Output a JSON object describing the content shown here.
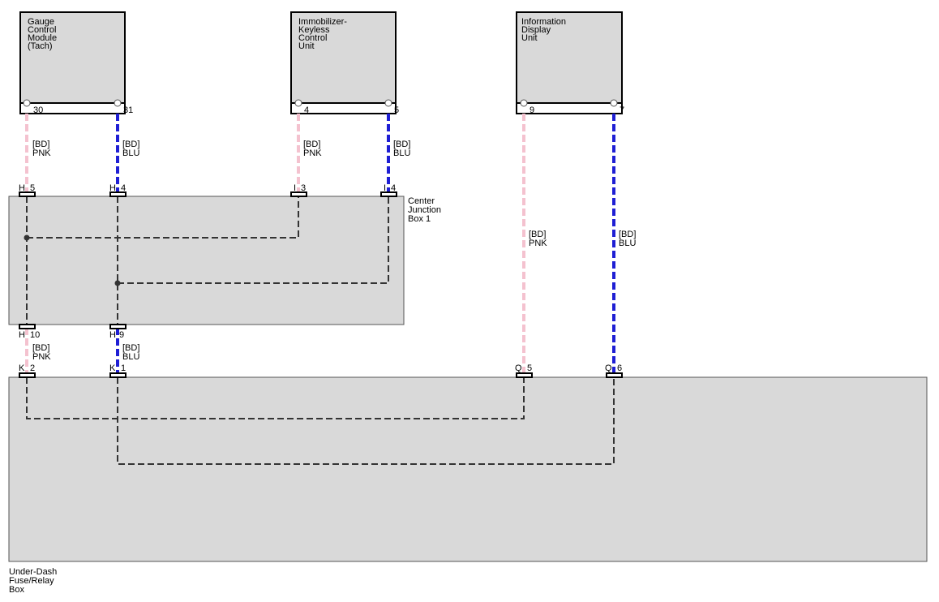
{
  "colors": {
    "pnk": "#f4c2cf",
    "blu": "#1f1fd4",
    "internal": "#333333",
    "box_fill": "#d9d9d9"
  },
  "components": {
    "gauge": [
      "Gauge",
      "Control",
      "Module",
      "(Tach)"
    ],
    "immobilizer": [
      "Immobilizer-",
      "Keyless",
      "Control",
      "Unit"
    ],
    "info_display": [
      "Information",
      "Display",
      "Unit"
    ],
    "cjb": [
      "Center",
      "Junction",
      "Box 1"
    ],
    "udb": [
      "Under-Dash",
      "Fuse/Relay",
      "Box"
    ]
  },
  "pins": {
    "gauge_30": "30",
    "gauge_31": "31",
    "immo_4": "4",
    "immo_5": "5",
    "idu_9": "9",
    "idu_7": "7"
  },
  "connectors": {
    "cjb_h5": {
      "letter": "H",
      "pin": "5"
    },
    "cjb_h4": {
      "letter": "H",
      "pin": "4"
    },
    "cjb_i3": {
      "letter": "I",
      "pin": "3"
    },
    "cjb_i4": {
      "letter": "I",
      "pin": "4"
    },
    "cjb_h10": {
      "letter": "H",
      "pin": "10"
    },
    "cjb_h9": {
      "letter": "H",
      "pin": "9"
    },
    "udb_k2": {
      "letter": "K",
      "pin": "2"
    },
    "udb_k1": {
      "letter": "K",
      "pin": "1"
    },
    "udb_q5": {
      "letter": "Q",
      "pin": "5"
    },
    "udb_q6": {
      "letter": "Q",
      "pin": "6"
    }
  },
  "wires": {
    "gauge_pnk": {
      "harness": "[BD]",
      "color": "PNK"
    },
    "gauge_blu": {
      "harness": "[BD]",
      "color": "BLU"
    },
    "immo_pnk": {
      "harness": "[BD]",
      "color": "PNK"
    },
    "immo_blu": {
      "harness": "[BD]",
      "color": "BLU"
    },
    "idu_pnk": {
      "harness": "[BD]",
      "color": "PNK"
    },
    "idu_blu": {
      "harness": "[BD]",
      "color": "BLU"
    },
    "lower_pnk": {
      "harness": "[BD]",
      "color": "PNK"
    },
    "lower_blu": {
      "harness": "[BD]",
      "color": "BLU"
    }
  }
}
